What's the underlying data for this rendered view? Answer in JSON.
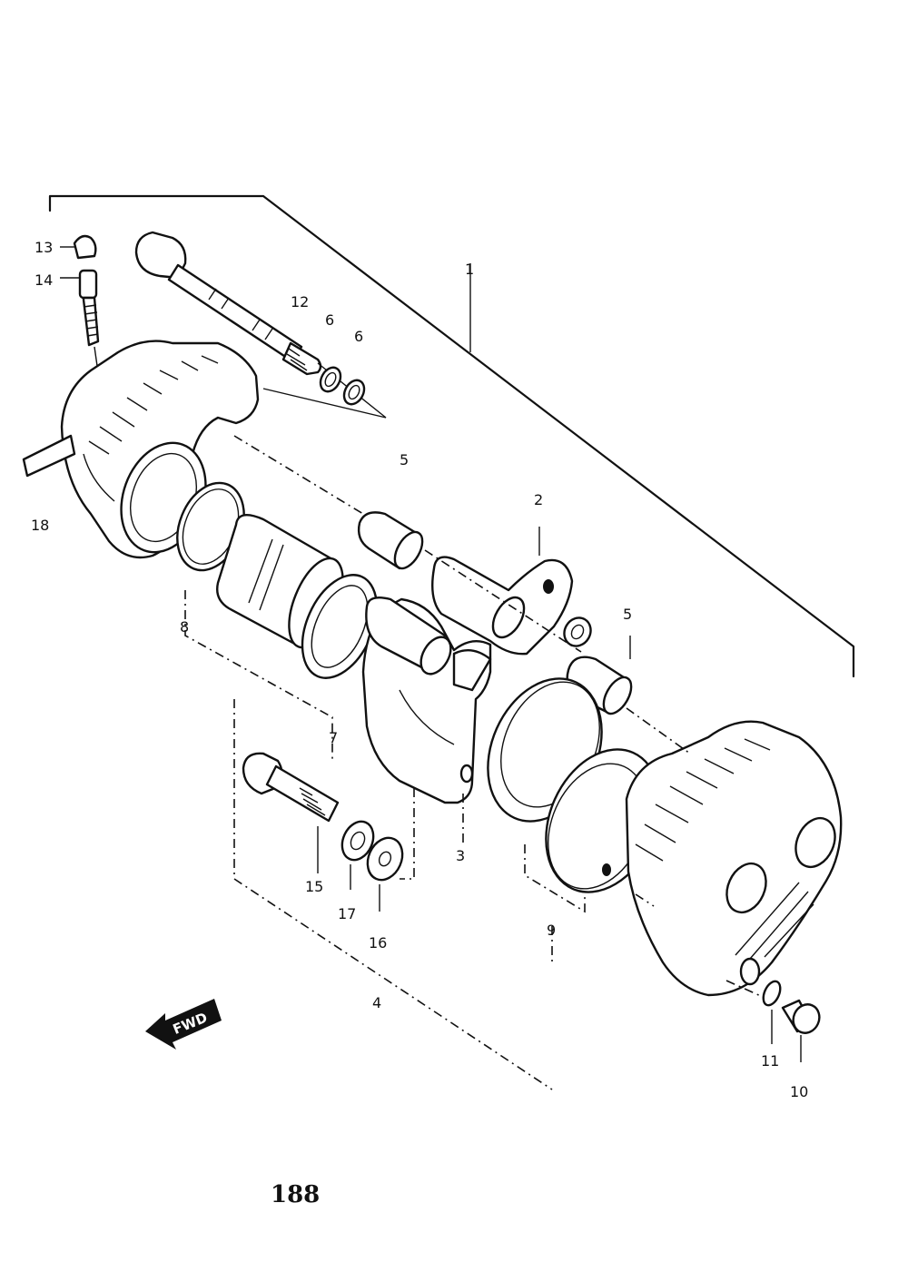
{
  "callouts": {
    "c1": "1",
    "c2": "2",
    "c3": "3",
    "c4": "4",
    "c5a": "5",
    "c5b": "5",
    "c6a": "6",
    "c6b": "6",
    "c7": "7",
    "c8": "8",
    "c9": "9",
    "c10": "10",
    "c11": "11",
    "c12": "12",
    "c13": "13",
    "c14": "14",
    "c15": "15",
    "c16": "16",
    "c17": "17",
    "c18": "18"
  },
  "fwd_label": "FWD",
  "page_number": "188"
}
